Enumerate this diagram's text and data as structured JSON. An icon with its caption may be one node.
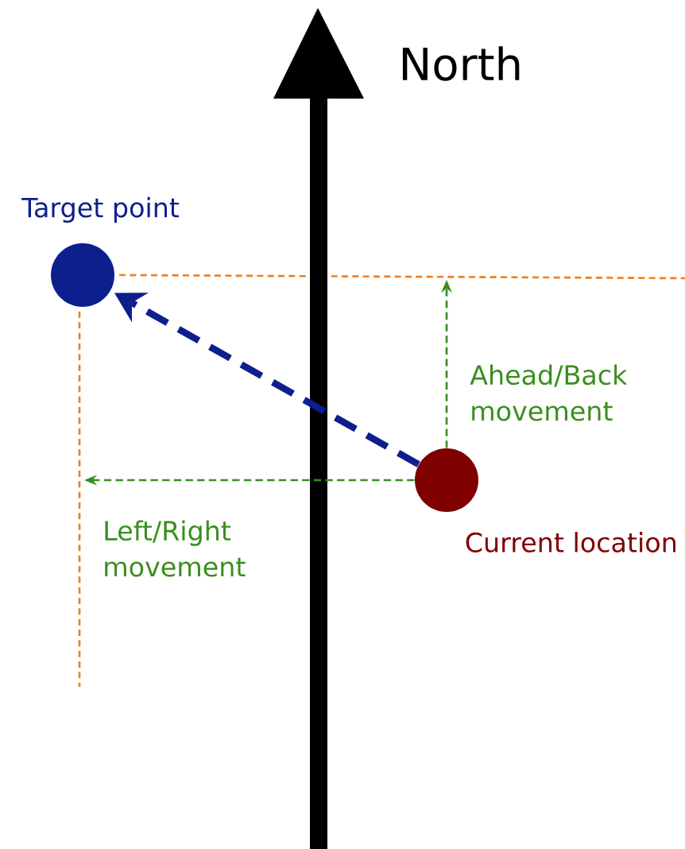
{
  "diagram": {
    "nodes": [
      {
        "text": [
          "Target point"
        ]
      },
      {
        "text": [
          "Current location"
        ]
      }
    ],
    "edges": [
      {
        "from": 1,
        "to": 0,
        "arrow": "to",
        "style": "dashed",
        "color": "#0d1f8c"
      },
      {
        "from": 1,
        "to": null,
        "arrow": "to",
        "style": "dashed",
        "label": "Ahead/Back movement"
      },
      {
        "from": 1,
        "to": null,
        "arrow": "to",
        "style": "dashed",
        "label": "Left/Right movement"
      }
    ],
    "labels": [
      "North"
    ]
  }
}
